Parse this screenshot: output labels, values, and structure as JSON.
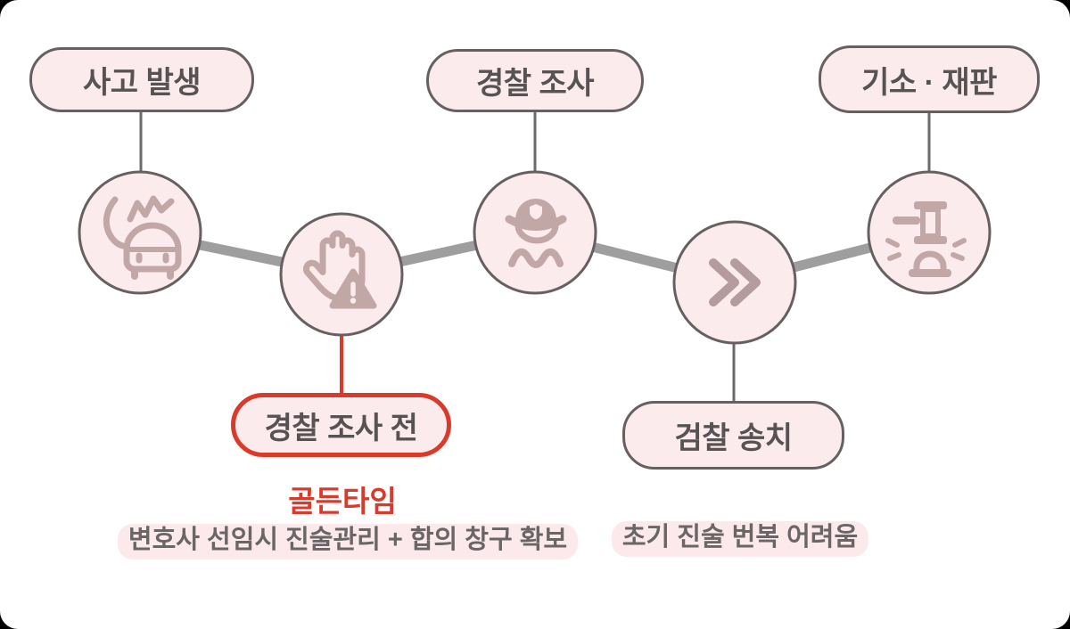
{
  "flow": {
    "stages": [
      {
        "label": "사고 발생",
        "icon": "car-crash-icon"
      },
      {
        "label": "경찰 조사 전",
        "icon": "stop-hand-warning-icon",
        "emphasis": "red"
      },
      {
        "label": "경찰 조사",
        "icon": "police-officer-icon"
      },
      {
        "label": "검찰 송치",
        "icon": "fast-forward-icon"
      },
      {
        "label": "기소 · 재판",
        "icon": "gavel-icon"
      }
    ],
    "annotations": {
      "golden_time_title": "골든타임",
      "golden_time_desc": "변호사 선임시 진술관리 + 합의 창구 확보",
      "prosecution_note": "초기 진술 번복 어려움"
    },
    "colors": {
      "accent_red": "#D93A2A",
      "pill_fill": "#FCEBED",
      "outline_gray": "#666061",
      "icon_mauve": "#C2A7A7",
      "connector_thick": "#9E9E9E",
      "connector_thin": "#6B6B6B",
      "label_text": "#575253",
      "note_text": "#6A6566",
      "highlight_bg": "#FCE9EB"
    }
  }
}
